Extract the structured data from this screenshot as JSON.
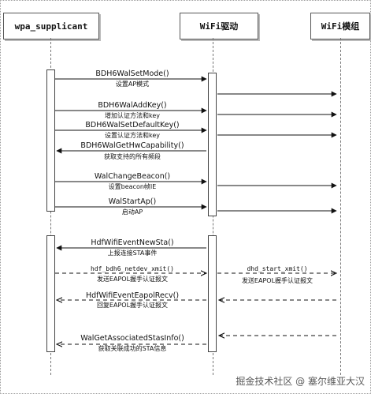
{
  "participants": {
    "wpa": "wpa_supplicant",
    "driver": "WiFi驱动",
    "module": "WiFi模组"
  },
  "messages": [
    {
      "label": "BDH6WalSetMode()",
      "sub": "设置AP模式"
    },
    {
      "label": "BDH6WalAddKey()",
      "sub": "增加认证方法和key"
    },
    {
      "label": "BDH6WalSetDefaultKey()",
      "sub": "设置认证方法和key"
    },
    {
      "label": "BDH6WalGetHwCapability()",
      "sub": "获取支持的所有频段"
    },
    {
      "label": "WalChangeBeacon()",
      "sub": "设置beacon帧IE"
    },
    {
      "label": "WalStartAp()",
      "sub": "启动AP"
    },
    {
      "label": "HdfWifiEventNewSta()",
      "sub": "上报连接STA事件"
    },
    {
      "label": "hdf_bdh6_netdev_xmit()",
      "sub": "发送EAPOL握手认证报文"
    },
    {
      "label": "dhd_start_xmit()",
      "sub": "发送EAPOL握手认证报文"
    },
    {
      "label": "HdfWifiEventEapolRecv()",
      "sub": "回复EAPOL握手认证报文"
    },
    {
      "label": "WalGetAssociatedStasInfo()",
      "sub": "获取关联成功的STA信息"
    }
  ],
  "watermark": "掘金技术社区 @ 塞尔维亚大汉"
}
